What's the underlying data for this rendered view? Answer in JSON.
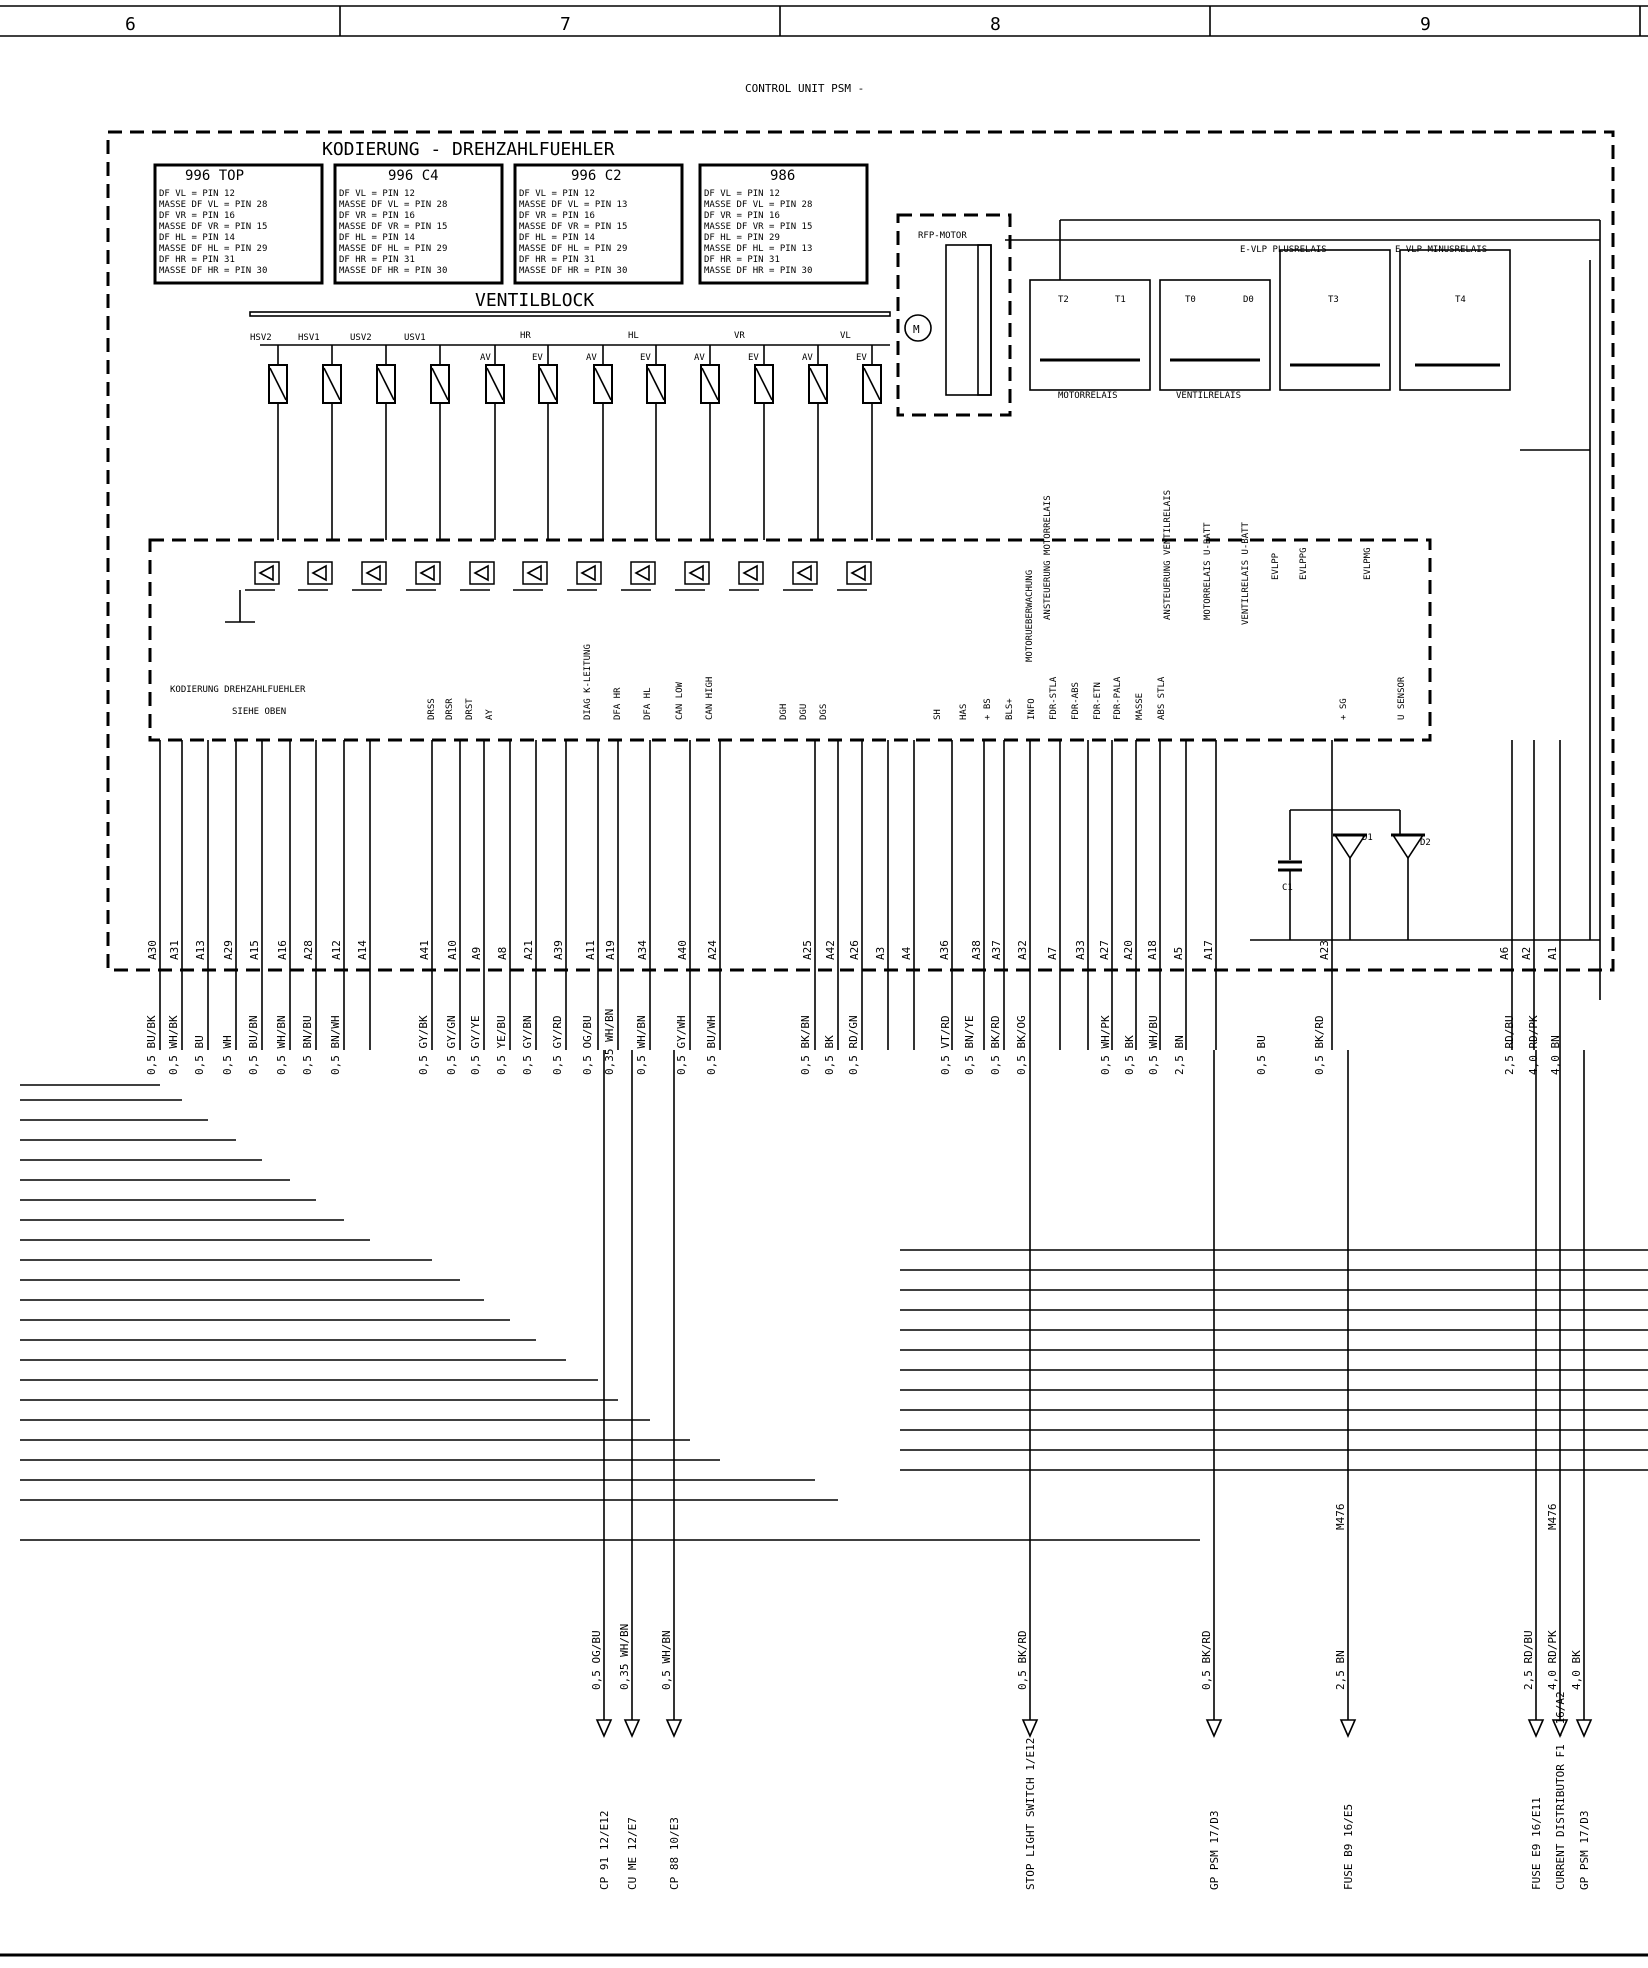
{
  "grid_columns": [
    "6",
    "7",
    "8",
    "9"
  ],
  "title": "CONTROL UNIT PSM   -",
  "coding": {
    "heading": "KODIERUNG - DREHZAHLFUEHLER",
    "tables": [
      {
        "name": "996 TOP",
        "rows": [
          "DF VL = PIN 12",
          "MASSE DF VL = PIN 28",
          "DF VR = PIN 16",
          "MASSE DF VR = PIN 15",
          "DF HL = PIN 14",
          "MASSE DF HL = PIN 29",
          "DF HR = PIN 31",
          "MASSE DF HR = PIN 30"
        ]
      },
      {
        "name": "996 C4",
        "rows": [
          "DF VL = PIN 12",
          "MASSE DF VL = PIN 28",
          "DF VR = PIN 16",
          "MASSE DF VR = PIN 15",
          "DF HL = PIN 14",
          "MASSE DF HL = PIN 29",
          "DF HR = PIN 31",
          "MASSE DF HR = PIN 30"
        ]
      },
      {
        "name": "996 C2",
        "rows": [
          "DF VL = PIN 12",
          "MASSE DF VL = PIN 13",
          "DF VR = PIN 16",
          "MASSE DF VR = PIN 15",
          "DF HL = PIN 14",
          "MASSE DF HL = PIN 29",
          "DF HR = PIN 31",
          "MASSE DF HR = PIN 30"
        ]
      },
      {
        "name": "986",
        "rows": [
          "DF VL = PIN 12",
          "MASSE DF VL = PIN 28",
          "DF VR = PIN 16",
          "MASSE DF VR = PIN 15",
          "DF HL = PIN 29",
          "MASSE DF HL = PIN 13",
          "DF HR = PIN 31",
          "MASSE DF HR = PIN 30"
        ]
      }
    ]
  },
  "valve_block": {
    "label": "VENTILBLOCK",
    "valve_labels": [
      "HSV2",
      "HSV1",
      "USV2",
      "USV1",
      "AV",
      "EV",
      "AV",
      "EV",
      "AV",
      "EV",
      "AV",
      "EV"
    ],
    "group_labels": [
      "HR",
      "HL",
      "VR",
      "VL"
    ]
  },
  "pump": {
    "label": "RFP-MOTOR",
    "symbol": "M"
  },
  "relays": {
    "plus_label": "E-VLP PLUSRELAIS",
    "minus_label": "E-VLP MINUSRELAIS",
    "motor_label": "MOTORRELAIS",
    "valve_label": "VENTILRELAIS",
    "names": [
      "T2",
      "T1",
      "T0",
      "D0",
      "T3",
      "T4"
    ]
  },
  "inner_labels": {
    "coding_note_1": "KODIERUNG DREHZAHLFUEHLER",
    "coding_note_2": "SIEHE OBEN",
    "upper_signals": [
      "MOTORUEBERWACHUNG",
      "ANSTEUERUNG MOTORRELAIS",
      "ANSTEUERUNG VENTILRELAIS",
      "MOTORRELAIS U-BATT",
      "VENTILRELAIS U-BATT",
      "EVLPP",
      "EVLPPG",
      "EVLPMG"
    ],
    "lower_signals": [
      "DRSS",
      "DRSR",
      "DRST",
      "AY",
      "DIAG K-LEITUNG",
      "DFA HR",
      "DFA HL",
      "CAN LOW",
      "CAN HIGH",
      "DGH",
      "DGU",
      "DGS",
      "SH",
      "HAS",
      "+ BS",
      "BLS+",
      "INFO",
      "FDR-STLA",
      "FDR-ABS",
      "FDR-ETN",
      "FDR-PALA",
      "MASSE",
      "ABS STLA",
      "+ SG",
      "U SENSOR"
    ],
    "components": [
      "C1",
      "D1",
      "D2"
    ]
  },
  "pins": [
    "A30",
    "A31",
    "A13",
    "A29",
    "A15",
    "A16",
    "A28",
    "A12",
    "A14",
    "A41",
    "A10",
    "A9",
    "A8",
    "A21",
    "A39",
    "A11",
    "A19",
    "A34",
    "A40",
    "A24",
    "A25",
    "A42",
    "A26",
    "A3",
    "A4",
    "A36",
    "A38",
    "A37",
    "A32",
    "A7",
    "A33",
    "A27",
    "A20",
    "A18",
    "A5",
    "A17",
    "A23",
    "A6",
    "A2",
    "A1"
  ],
  "wires": [
    "0,5 BU/BK",
    "0,5 WH/BK",
    "0,5 BU",
    "0,5 WH",
    "0,5 BU/BN",
    "0,5 WH/BN",
    "0,5 BN/BU",
    "0,5 BN/WH",
    "0,5 GY/BK",
    "0,5 GY/GN",
    "0,5 GY/YE",
    "0,5 YE/BU",
    "0,5 GY/BN",
    "0,5 GY/RD",
    "0,5 OG/BU",
    "0,35 WH/BN",
    "0,5 WH/BN",
    "0,5 GY/WH",
    "0,5 BU/WH",
    "0,5 BK/BN",
    "0,5 BK",
    "0,5 RD/GN",
    "0,5 VT/RD",
    "0,5 BN/YE",
    "0,5 BK/RD",
    "0,5 BK/OG",
    "0,5 WH/PK",
    "0,5 BK",
    "0,5 WH/BU",
    "2,5 BN",
    "0,5 BU",
    "0,5 BK/RD",
    "2,5 RD/BU",
    "4,0 RD/PK",
    "4,0 BN"
  ],
  "lower_wires": [
    "0,5 OG/BU",
    "0,35 WH/BN",
    "0,5 WH/BN",
    "0,5 BK/RD",
    "0,5 BK/RD",
    "2,5 BN",
    "2,5 RD/BU",
    "4,0 RD/PK",
    "4,0 BK"
  ],
  "splices": [
    "M476",
    "M476"
  ],
  "destinations": [
    "CP 91 12/E12",
    "CU ME 12/E7",
    "CP 88 10/E3",
    "STOP LIGHT SWITCH 1/E12",
    "GP PSM 17/D3",
    "FUSE B9 16/E5",
    "FUSE E9 16/E11",
    "CURRENT DISTRIBUTOR F1 - 16/A2",
    "GP PSM 17/D3"
  ]
}
